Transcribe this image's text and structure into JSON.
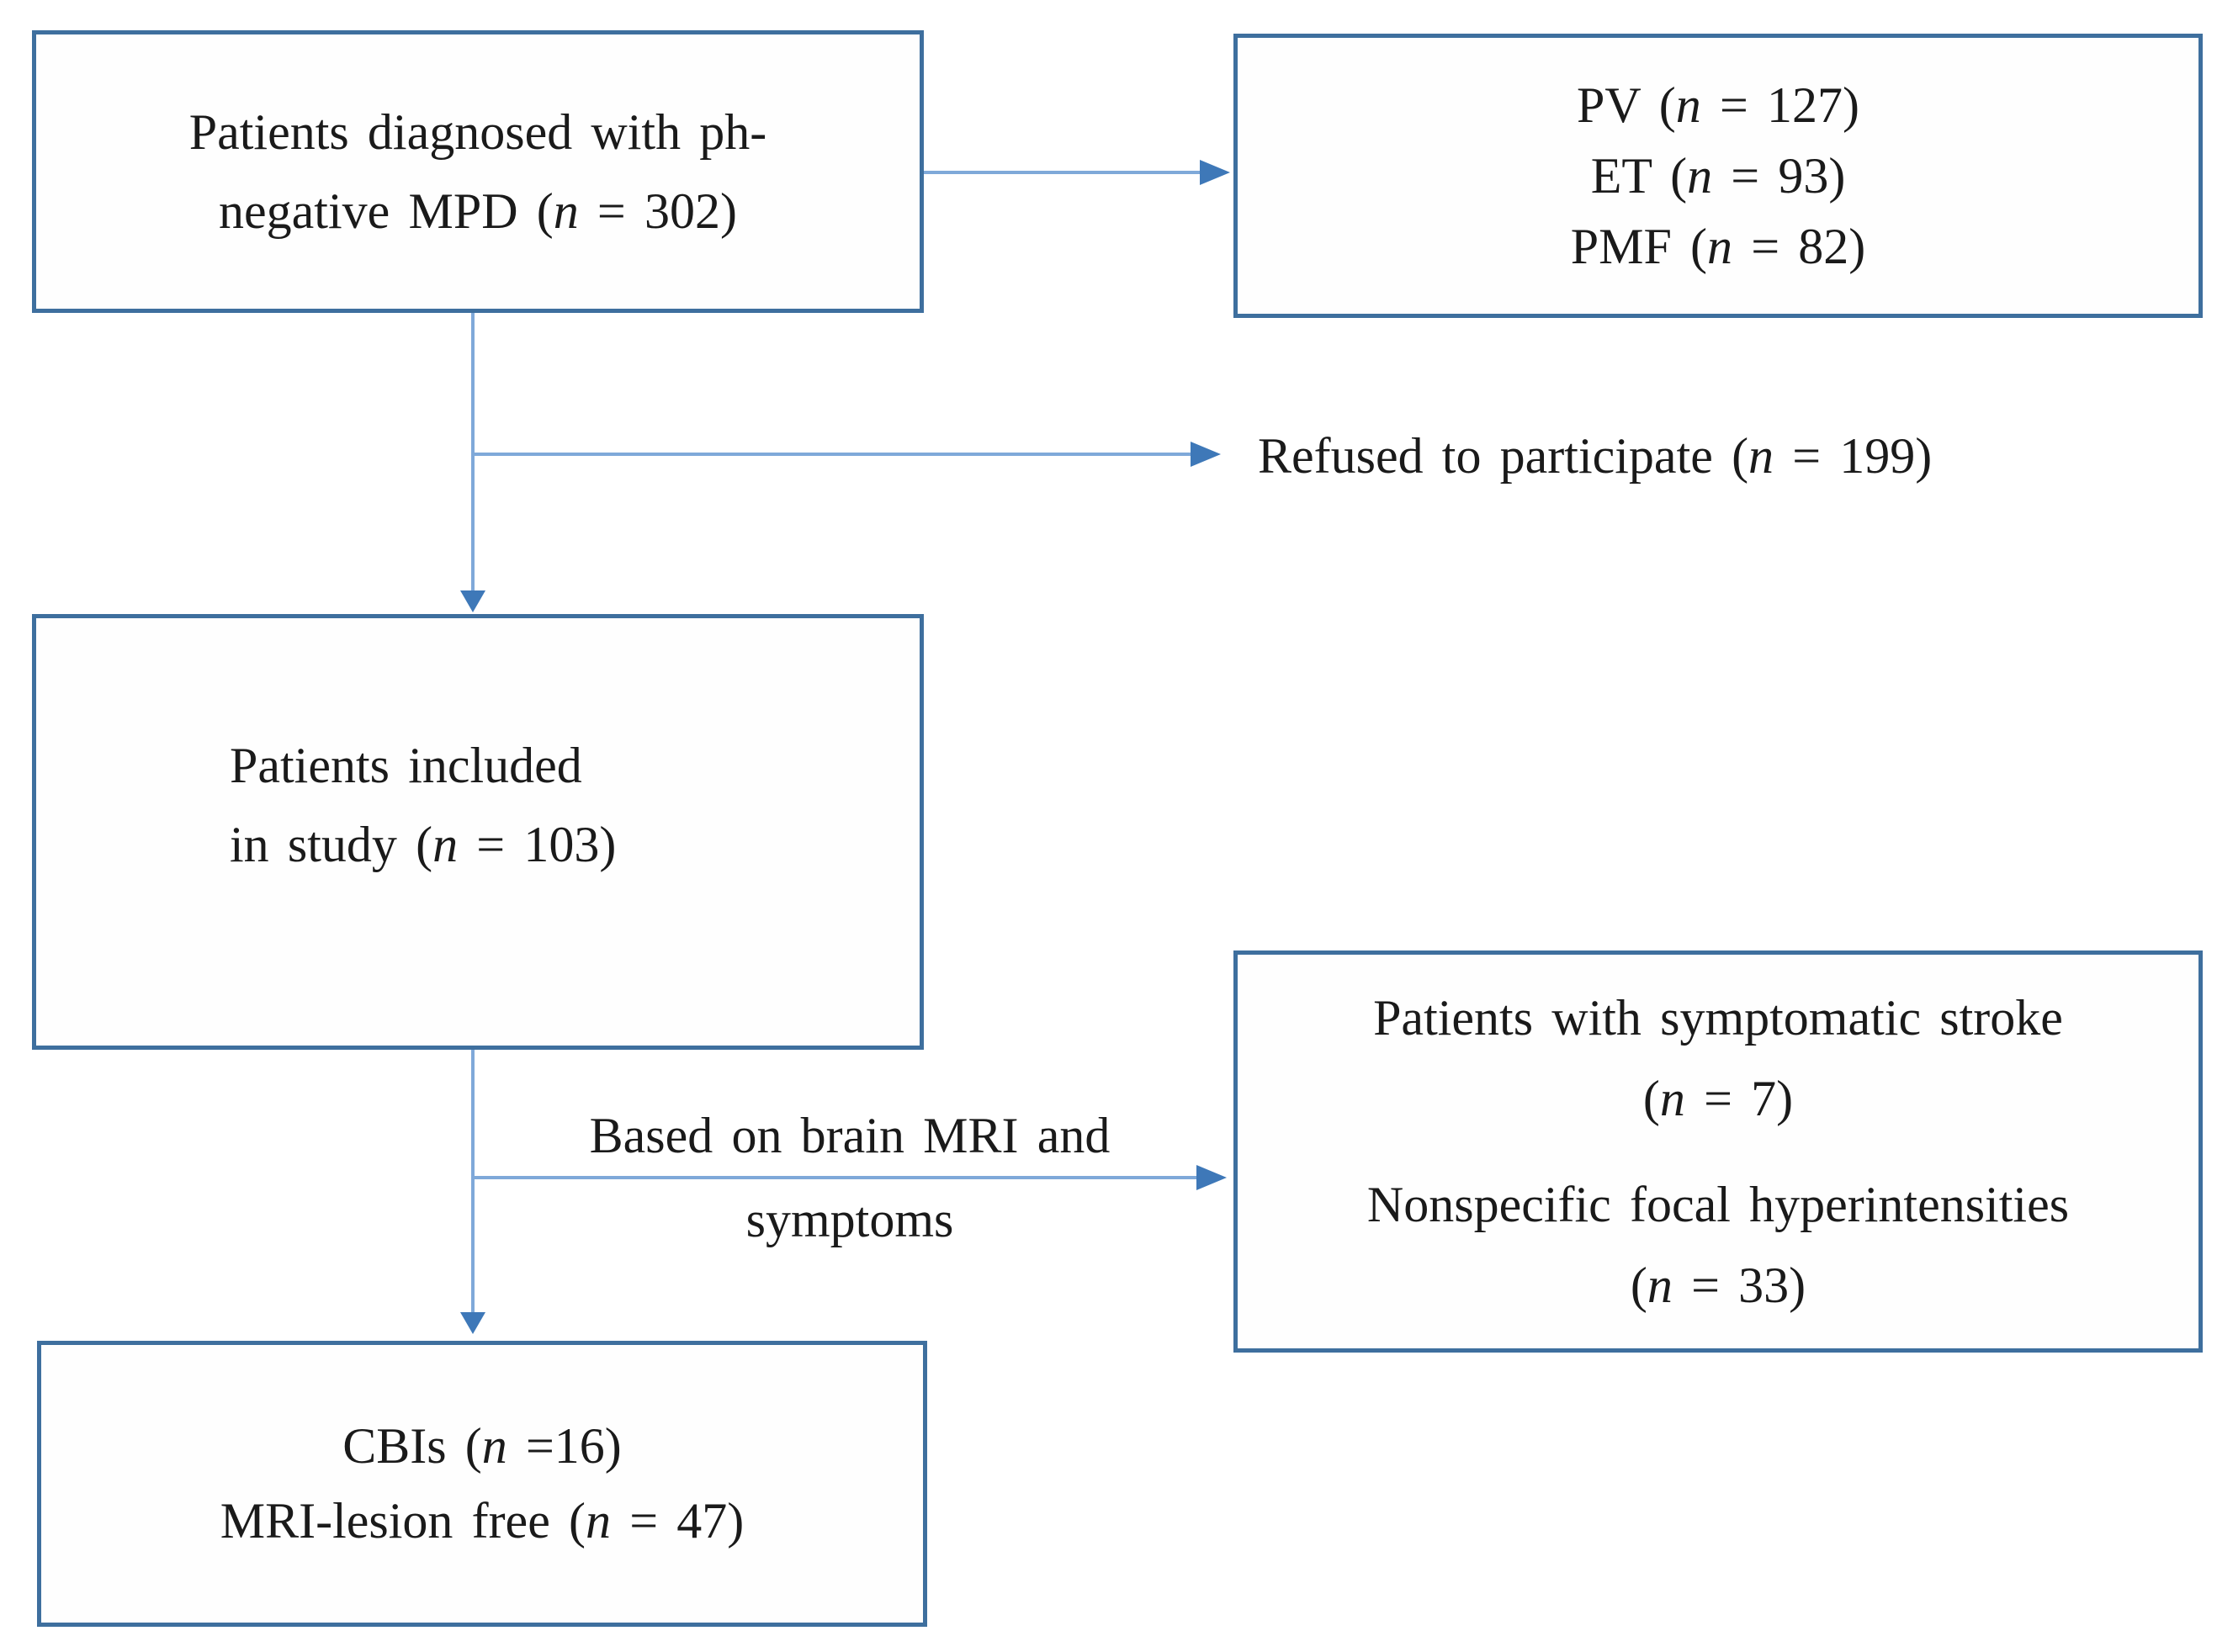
{
  "palette": {
    "background": "#ffffff",
    "box_border": "#3e6f9e",
    "connector_line": "#7fa9d9",
    "arrowhead": "#3e78b8",
    "text": "#1a1a1a"
  },
  "boxes": {
    "mpd": {
      "line1": "Patients diagnosed with ph-",
      "line2": {
        "pre": "negative MPD (",
        "n": "n",
        "post": " = 302)"
      }
    },
    "subtypes": {
      "lines": [
        {
          "pre": "PV (",
          "n": "n",
          "post": " = 127)"
        },
        {
          "pre": "ET (",
          "n": "n",
          "post": " = 93)"
        },
        {
          "pre": "PMF (",
          "n": "n",
          "post": " = 82)"
        }
      ]
    },
    "included": {
      "line1": "Patients included",
      "line2": {
        "pre": "in study (",
        "n": "n",
        "post": " = 103)"
      }
    },
    "mri_outcome": {
      "para1_line1": "Patients with symptomatic stroke",
      "para1_line2": {
        "pre": "(",
        "n": "n",
        "post": " = 7)"
      },
      "para2_line1": "Nonspecific focal hyperintensities",
      "para2_line2": {
        "pre": "(",
        "n": "n",
        "post": " = 33)"
      }
    },
    "final": {
      "line1": {
        "pre": "CBIs (",
        "n": "n",
        "post": " =16)"
      },
      "line2": {
        "pre": "MRI-lesion free (",
        "n": "n",
        "post": " = 47)"
      }
    }
  },
  "labels": {
    "refused": {
      "pre": "Refused to participate (",
      "n": "n",
      "post": " = 199)"
    },
    "mri_basis": {
      "line1": "Based on brain MRI and",
      "line2": "symptoms"
    }
  }
}
